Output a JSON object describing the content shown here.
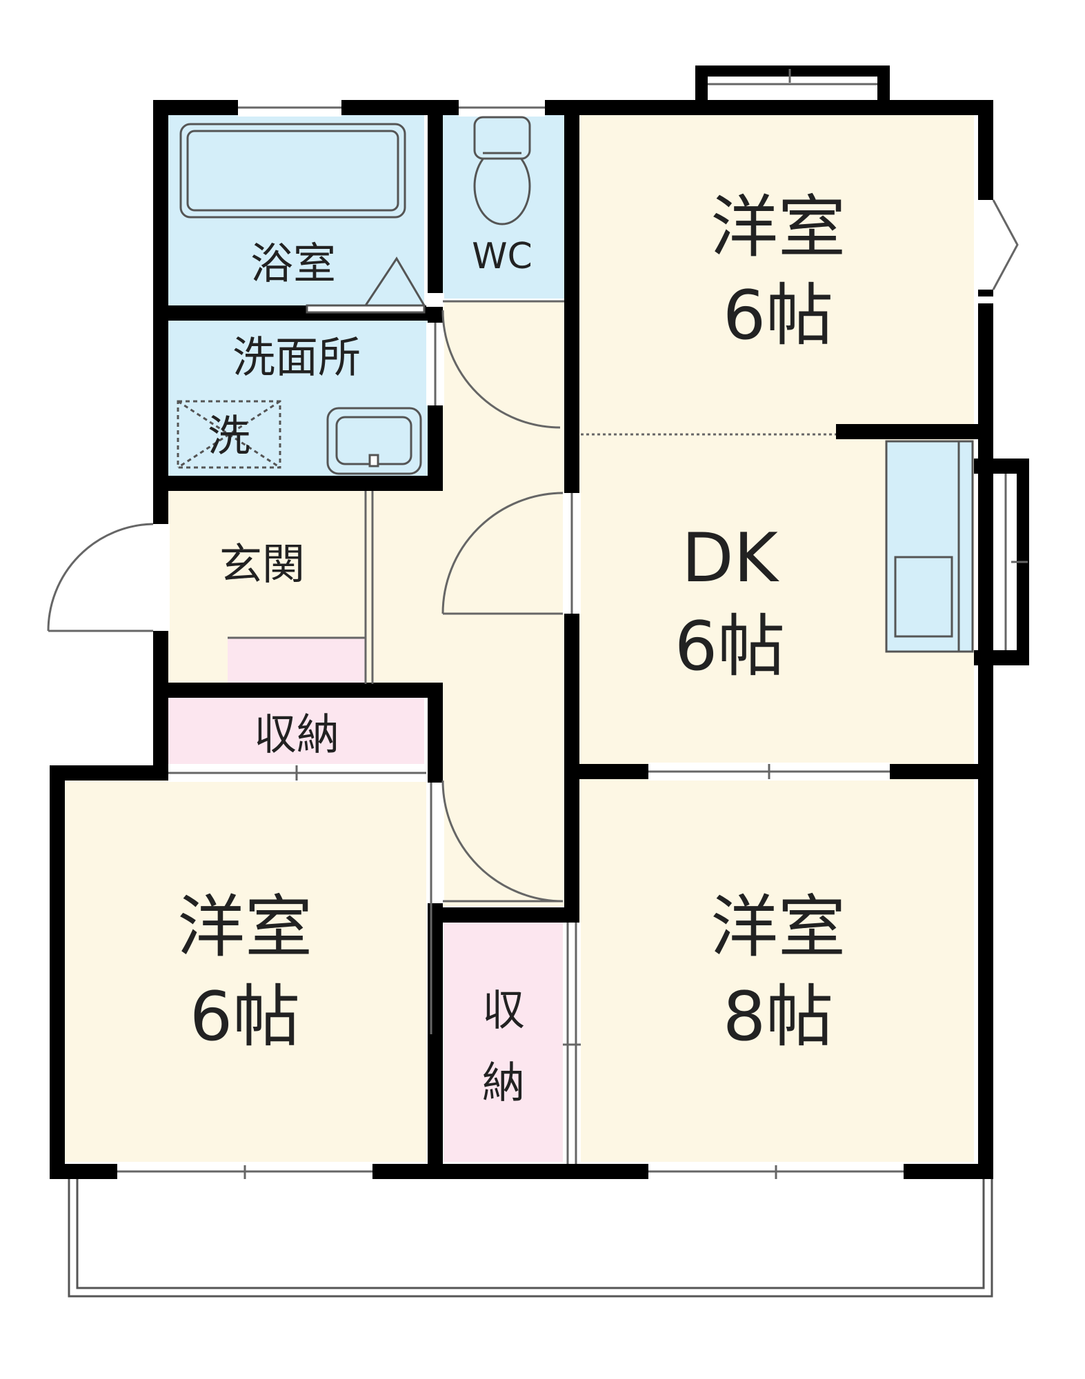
{
  "colors": {
    "wall": "#000000",
    "room_floor": "#FDF7E4",
    "wet_area": "#D4EEF9",
    "storage": "#FCE6EF",
    "fixture_fill": "#D4EEF9",
    "fixture_stroke": "#555555",
    "background": "#FFFFFF"
  },
  "rooms": {
    "bath": "浴室",
    "wc": "WC",
    "washroom": "洗面所",
    "washer": "洗",
    "entrance": "玄関",
    "storage_a": "収納",
    "storage_b_line1": "収",
    "storage_b_line2": "納",
    "western_ne_line1": "洋室",
    "western_ne_line2": "6帖",
    "dk_line1": "DK",
    "dk_line2": "6帖",
    "western_sw_line1": "洋室",
    "western_sw_line2": "6帖",
    "western_se_line1": "洋室",
    "western_se_line2": "8帖"
  }
}
